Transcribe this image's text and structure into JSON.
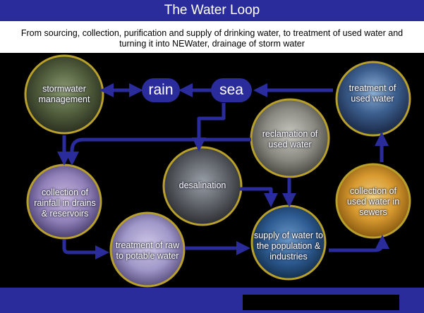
{
  "slide": {
    "title": "The Water Loop",
    "subtitle": "From sourcing, collection, purification and supply of drinking water, to treatment of used water and turning it into NEWater, drainage of storm water"
  },
  "nodes": {
    "stormwater": "stormwater management",
    "rain": "rain",
    "sea": "sea",
    "treatment_used": "treatment of used water",
    "reclamation": "reclamation of used water",
    "desalination": "desalination",
    "collection_rainfall": "collection of rainfall in drains & reservoirs",
    "treatment_raw": "treatment of raw to potable water",
    "supply": "supply of water to the population & industries",
    "collection_used": "collection of used water in sewers"
  },
  "colors": {
    "title_bar": "#2b2c9c",
    "arrow": "#2b2c9c",
    "ring": "#b8a02a",
    "background": "#000000"
  }
}
